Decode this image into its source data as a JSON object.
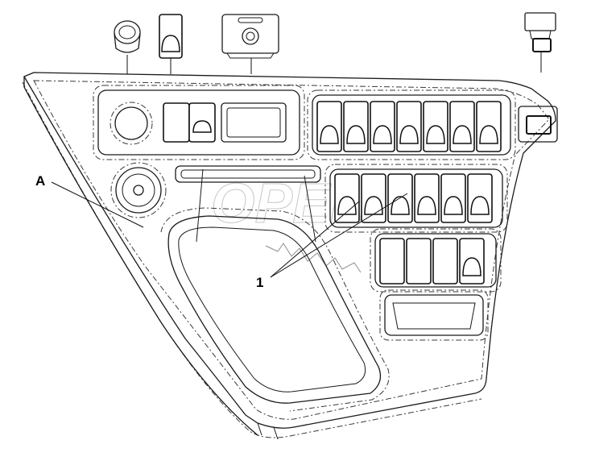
{
  "diagram": {
    "callouts": {
      "a": "A",
      "one": "1"
    },
    "watermark": "OPEL"
  }
}
